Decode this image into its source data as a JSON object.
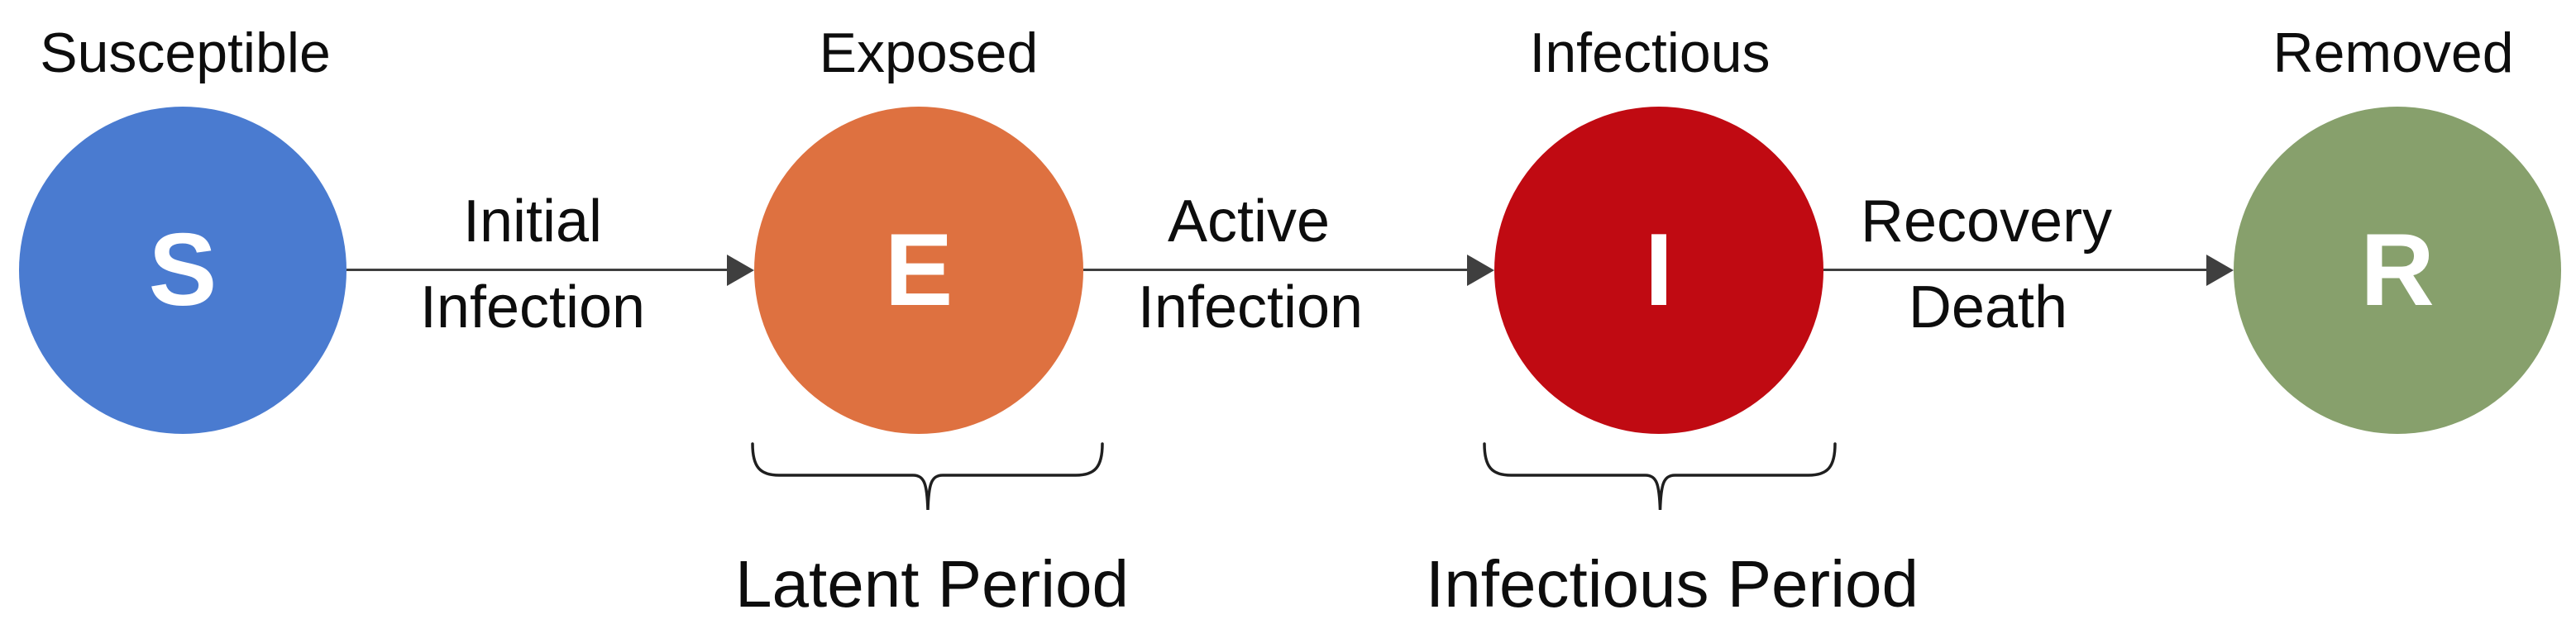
{
  "diagram": {
    "type": "SEIR compartmental model flow diagram",
    "nodes": [
      {
        "title": "Susceptible",
        "letter": "S",
        "color": "#4A7BD0"
      },
      {
        "title": "Exposed",
        "letter": "E",
        "color": "#DE7140"
      },
      {
        "title": "Infectious",
        "letter": "I",
        "color": "#C00A12"
      },
      {
        "title": "Removed",
        "letter": "R",
        "color": "#87A06C"
      }
    ],
    "transitions": [
      {
        "from": "S",
        "to": "E",
        "line1": "Initial",
        "line2": "Infection"
      },
      {
        "from": "E",
        "to": "I",
        "line1": "Active",
        "line2": "Infection"
      },
      {
        "from": "I",
        "to": "R",
        "line1": "Recovery",
        "line2": "Death"
      }
    ],
    "periods": [
      {
        "under": "E",
        "label": "Latent Period"
      },
      {
        "under": "I",
        "label": "Infectious Period"
      }
    ],
    "colors": {
      "arrow": "#3F3F3F",
      "brace": "#1F1F1F",
      "text": "#0D0D0D",
      "letter": "#FFFFFF",
      "background": "#FFFFFF"
    }
  }
}
